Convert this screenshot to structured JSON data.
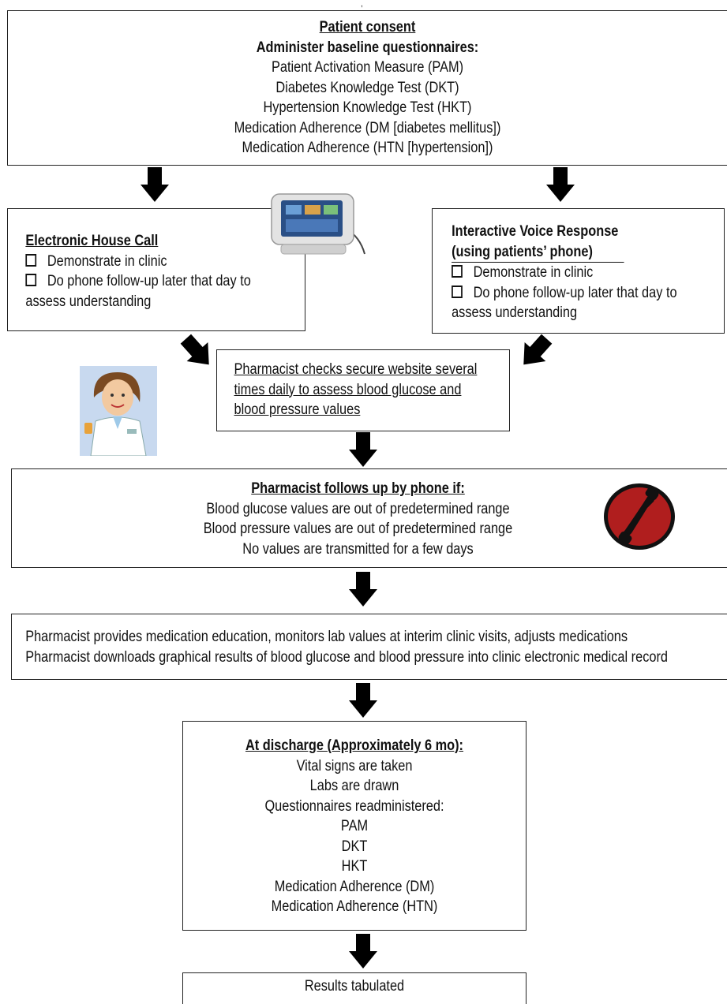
{
  "top": {
    "title": "Patient consent",
    "subtitle": "Administer baseline questionnaires:",
    "items": [
      "Patient Activation Measure (PAM)",
      "Diabetes Knowledge Test (DKT)",
      "Hypertension Knowledge Test (HKT)",
      "Medication Adherence (DM [diabetes mellitus])",
      "Medication Adherence (HTN [hypertension])"
    ]
  },
  "ehc": {
    "title": "Electronic House Call",
    "items": [
      "Demonstrate in clinic",
      "Do phone follow-up later that day to"
    ],
    "continuation": "assess understanding"
  },
  "ivr": {
    "title1": "Interactive Voice Response",
    "title2": "(using patients’ phone)",
    "items": [
      "Demonstrate in clinic",
      "Do phone follow-up later that day to"
    ],
    "continuation": "assess understanding"
  },
  "website": {
    "lines": [
      "Pharmacist checks secure website several",
      "times daily to assess blood glucose and",
      "blood pressure values"
    ]
  },
  "followup": {
    "title": "Pharmacist follows up by phone if:",
    "items": [
      "Blood glucose values are out of predetermined range",
      "Blood pressure values are out of predetermined range",
      "No values are transmitted for a few days"
    ]
  },
  "education": {
    "lines": [
      "Pharmacist provides medication education, monitors lab values at interim clinic visits, adjusts medications",
      "Pharmacist downloads graphical results of blood glucose and blood pressure into clinic electronic medical record"
    ]
  },
  "discharge": {
    "title": "At discharge (Approximately 6 mo):",
    "items": [
      "Vital signs are taken",
      "Labs are drawn",
      "Questionnaires readministered:",
      "PAM",
      "DKT",
      "HKT",
      "Medication Adherence (DM)",
      "Medication Adherence (HTN)"
    ]
  },
  "results": {
    "label": "Results tabulated"
  },
  "marks": {
    "top_tick": ","
  },
  "icons": {
    "device": "telemonitor-device-icon",
    "pharmacist": "pharmacist-illustration",
    "phone": "red-telephone-icon",
    "arrow": "down-arrow-icon"
  },
  "colors": {
    "border": "#222222",
    "arrow": "#000000",
    "phone_red": "#b01e1e",
    "pharmacist_bg": "#c8d9ef"
  }
}
